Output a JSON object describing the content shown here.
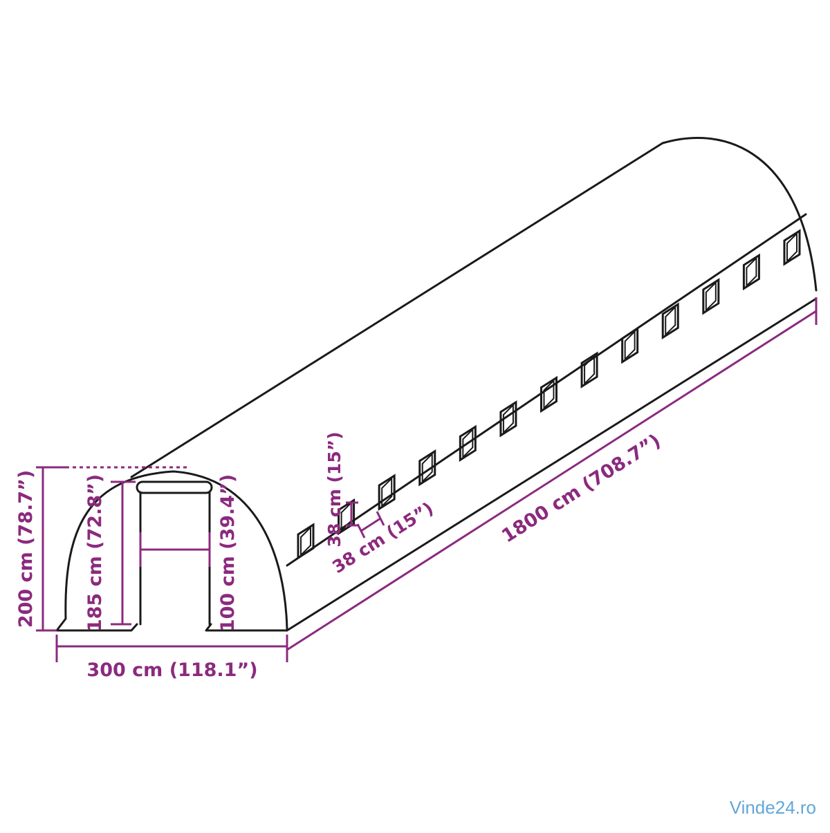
{
  "colors": {
    "outline": "#1a1a1a",
    "dimension": "#8b2a7e",
    "watermark": "#62a6d9",
    "background": "#ffffff"
  },
  "dimensions": {
    "height_total": "200 cm (78.7”)",
    "height_door": "185 cm (72.8”)",
    "width_door_lower": "100 cm (39.4”)",
    "width_total": "300 cm (118.1”)",
    "length_total": "1800 cm (708.7”)",
    "window_height": "38 cm (15”)",
    "window_width": "38 cm (15”)"
  },
  "window_count": 13,
  "watermark": "Vinde24.ro"
}
